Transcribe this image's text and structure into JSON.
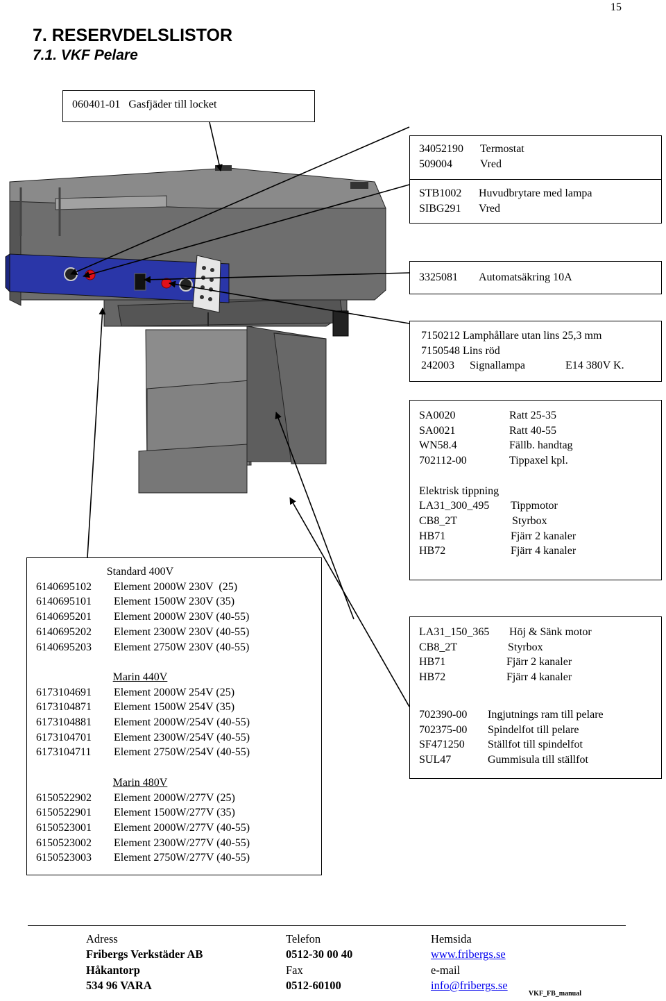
{
  "page_number": "15",
  "heading": {
    "section": "7. RESERVDELSLISTOR",
    "subsection": "7.1. VKF Pelare"
  },
  "boxes": {
    "gas_spring": {
      "text": "060401-01   Gasfjäder till locket"
    },
    "thermostat": {
      "rows": [
        {
          "code": "34052190",
          "desc": "Termostat"
        },
        {
          "code": "509004",
          "desc": "Vred"
        }
      ]
    },
    "main_switch": {
      "rows": [
        {
          "code": "STB1002",
          "desc": "Huvudbrytare med lampa"
        },
        {
          "code": "SIBG291",
          "desc": "Vred"
        }
      ]
    },
    "breaker": {
      "rows": [
        {
          "code": "3325081",
          "desc": "Automatsäkring 10A"
        }
      ]
    },
    "lamp": {
      "lines": [
        "7150212 Lamphållare utan lins 25,3 mm",
        "7150548 Lins röd"
      ],
      "last": {
        "code": "242003",
        "desc": "Signallampa",
        "spec": "E14 380V K."
      }
    },
    "knobs": {
      "rows": [
        {
          "code": "SA0020",
          "desc": "Ratt 25-35"
        },
        {
          "code": "SA0021",
          "desc": "Ratt 40-55"
        },
        {
          "code": "WN58.4",
          "desc": "Fällb. handtag"
        },
        {
          "code": "702112-00",
          "desc": "Tippaxel kpl."
        }
      ],
      "tipping_title": "Elektrisk tippning",
      "tipping_rows": [
        {
          "code": "LA31_300_495",
          "desc": "Tippmotor"
        },
        {
          "code": "CB8_2T",
          "desc": "Styrbox"
        },
        {
          "code": "HB71",
          "desc": "Fjärr 2 kanaler"
        },
        {
          "code": "HB72",
          "desc": "Fjärr 4 kanaler"
        }
      ]
    },
    "lift": {
      "rows": [
        {
          "code": "LA31_150_365",
          "desc": "Höj & Sänk motor"
        },
        {
          "code": "CB8_2T",
          "desc": "Styrbox"
        },
        {
          "code": "HB71",
          "desc": "Fjärr 2 kanaler"
        },
        {
          "code": "HB72",
          "desc": "Fjärr 4 kanaler"
        }
      ],
      "frame_rows": [
        {
          "code": "702390-00",
          "desc": "Ingjutnings ram till pelare"
        },
        {
          "code": "702375-00",
          "desc": "Spindelfot till pelare"
        },
        {
          "code": "SF471250",
          "desc": "Ställfot till spindelfot"
        },
        {
          "code": "SUL47",
          "desc": "Gummisula till ställfot"
        }
      ]
    },
    "elements": {
      "groups": [
        {
          "title": "Standard 400V",
          "rows": [
            {
              "code": "6140695102",
              "desc": "Element 2000W 230V  (25)"
            },
            {
              "code": "6140695101",
              "desc": "Element 1500W 230V (35)"
            },
            {
              "code": "6140695201",
              "desc": "Element 2000W 230V (40-55)"
            },
            {
              "code": "6140695202",
              "desc": "Element 2300W 230V (40-55)"
            },
            {
              "code": "6140695203",
              "desc": "Element 2750W 230V (40-55)"
            }
          ]
        },
        {
          "title": "Marin 440V",
          "rows": [
            {
              "code": "6173104691",
              "desc": "Element 2000W 254V (25)"
            },
            {
              "code": "6173104871",
              "desc": "Element 1500W 254V (35)"
            },
            {
              "code": "6173104881",
              "desc": "Element 2000W/254V (40-55)"
            },
            {
              "code": "6173104701",
              "desc": "Element 2300W/254V (40-55)"
            },
            {
              "code": "6173104711",
              "desc": "Element 2750W/254V (40-55)"
            }
          ]
        },
        {
          "title": "Marin 480V",
          "rows": [
            {
              "code": "6150522902",
              "desc": "Element 2000W/277V (25)"
            },
            {
              "code": "6150522901",
              "desc": "Element 1500W/277V (35)"
            },
            {
              "code": "6150523001",
              "desc": "Element 2000W/277V (40-55)"
            },
            {
              "code": "6150523002",
              "desc": "Element 2300W/277V (40-55)"
            },
            {
              "code": "6150523003",
              "desc": "Element 2750W/277V (40-55)"
            }
          ]
        }
      ]
    }
  },
  "footer": {
    "col1": [
      "Adress",
      "Fribergs Verkstäder AB",
      "Håkantorp",
      "534 96  VARA"
    ],
    "col2": [
      "Telefon",
      "0512-30 00 40",
      "Fax",
      "0512-60100"
    ],
    "col3": [
      "Hemsida",
      "www.fribergs.se",
      "e-mail",
      "info@fribergs.se"
    ],
    "tag": "VKF_FB_manual"
  },
  "colors": {
    "panel_blue": "#2a36a8",
    "body_gray": "#6e6e6e",
    "dark_gray": "#3c3c3c",
    "lamp_red": "#e0101a",
    "link": "#0000ee"
  }
}
